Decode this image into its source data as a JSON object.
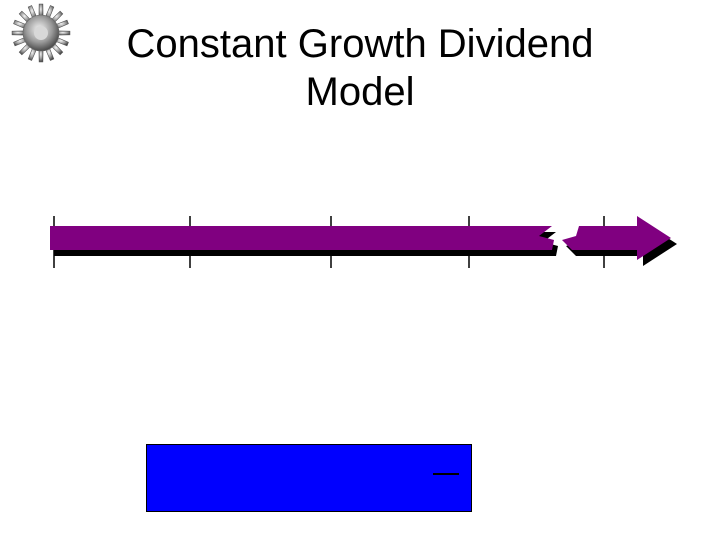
{
  "slide": {
    "title_line1": "Constant Growth Dividend",
    "title_line2": "Model"
  },
  "icons": {
    "bullet": "gear-icon"
  },
  "timeline": {
    "tick_count": 5
  },
  "colors": {
    "background": "#ffffff",
    "arrow": "#800080",
    "arrow_shadow": "#000000",
    "formula_box": "#0000ff",
    "text": "#000000"
  }
}
